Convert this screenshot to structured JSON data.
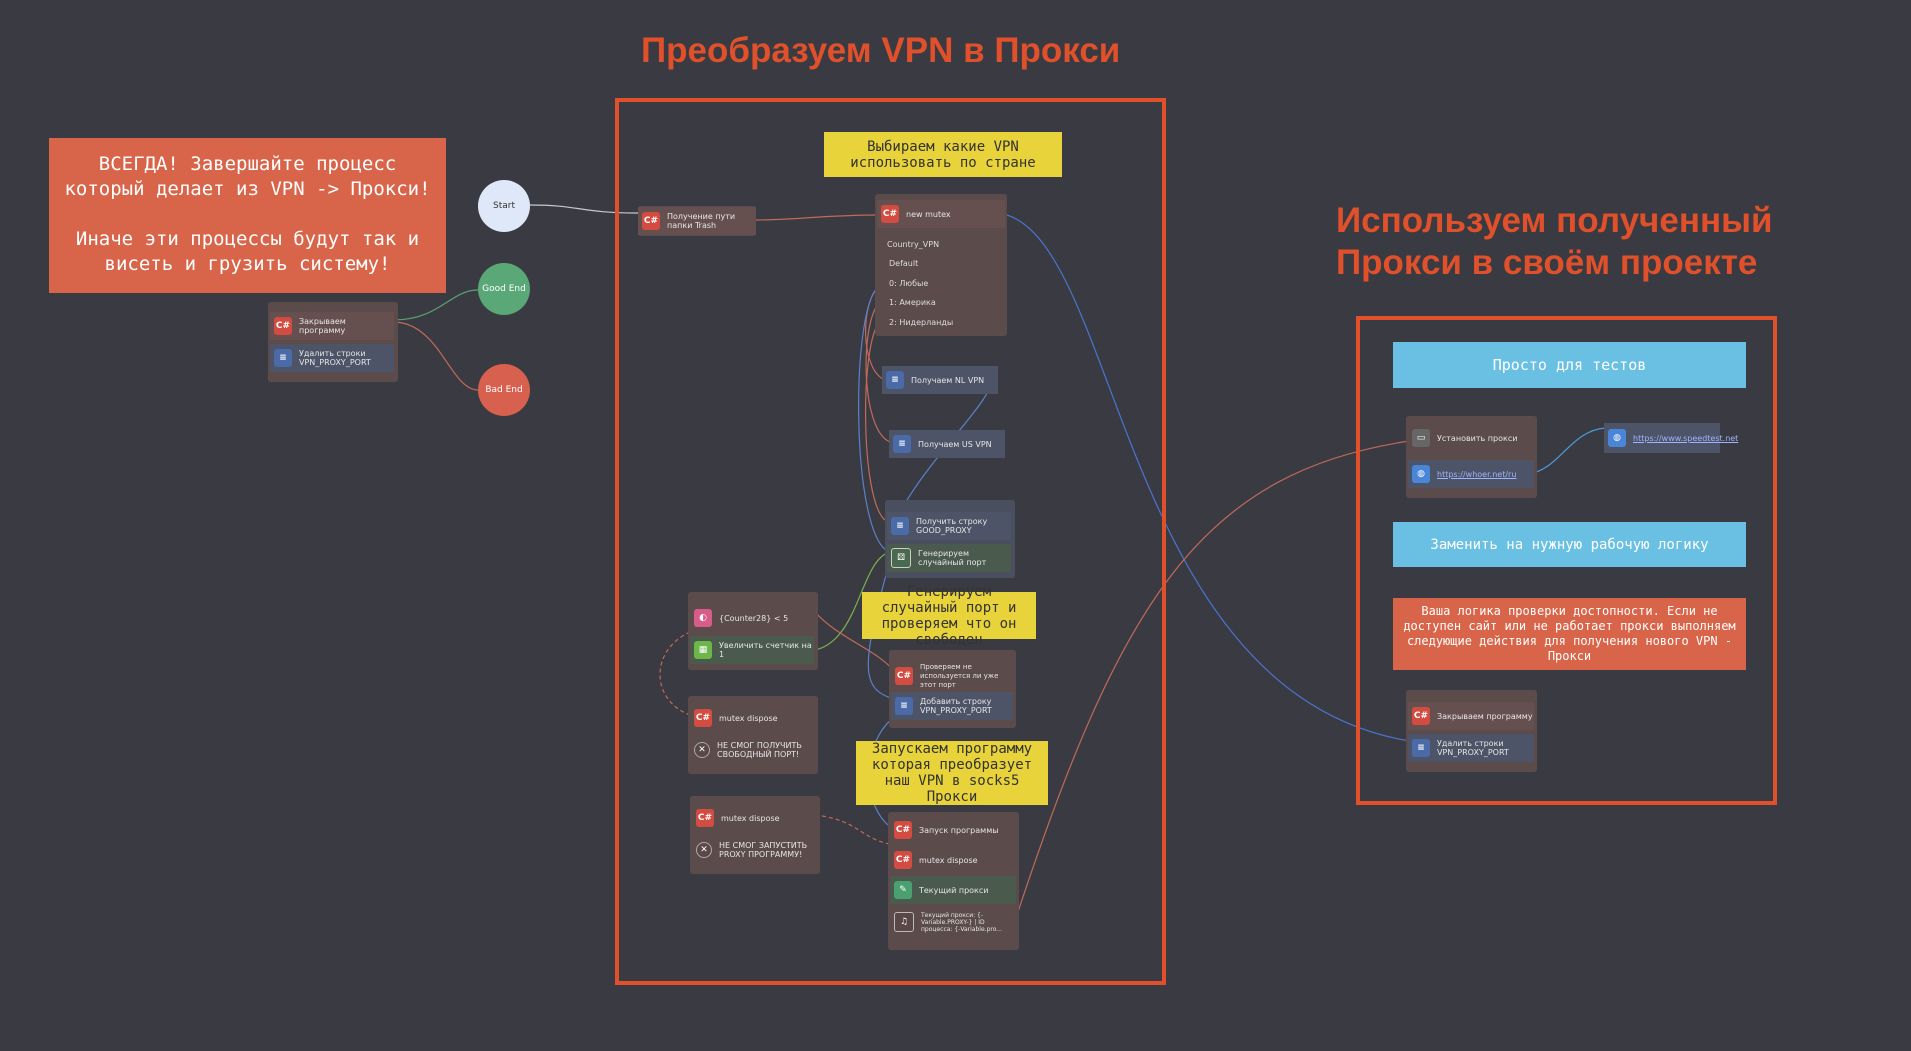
{
  "titles": {
    "main": "Преобразуем VPN в Прокси",
    "right": "Используем полученный Прокси в своём проекте"
  },
  "left_note": "ВСЕГДА! Завершайте процесс который делает из VPN -> Прокси!\n\nИначе эти процессы будут так и висеть и грузить систему!",
  "circles": {
    "start": "Start",
    "good_end": "Good End",
    "bad_end": "Bad End"
  },
  "left_group": {
    "close_program": "Закрываем программу",
    "delete_lines": "Удалить строки VPN_PROXY_PORT"
  },
  "notes": {
    "choose_vpn": "Выбираем какие VPN использовать по стране",
    "gen_port": "Генерируем случайный порт и проверяем что он свободен",
    "run_program": "Запускаем программу которая преобразует наш VPN в socks5 Прокси"
  },
  "trash_node": "Получение пути папки Trash",
  "mutex_switch": {
    "title": "new mutex",
    "var": "Country_VPN",
    "default": "Default",
    "cases": [
      "0: Любые",
      "1: Америка",
      "2: Нидерланды"
    ]
  },
  "get_nl": "Получаем NL VPN",
  "get_us": "Получаем US  VPN",
  "port_group": {
    "get_line": "Получить строку GOOD_PROXY",
    "gen_port": "Генерируем случайный порт"
  },
  "counter_group": {
    "condition": "{Counter28} < 5",
    "increment": "Увеличить счетчик на 1"
  },
  "mutex_fail_1": {
    "dispose": "mutex dispose",
    "msg": "НЕ СМОГ ПОЛУЧИТЬ СВОБОДНЫЙ ПОРТ!"
  },
  "mutex_fail_2": {
    "dispose": "mutex dispose",
    "msg": "НЕ СМОГ ЗАПУСТИТЬ PROXY ПРОГРАММУ!"
  },
  "check_group": {
    "check": "Проверяем не используется ли уже этот порт",
    "add_line": "Добавить строку VPN_PROXY_PORT"
  },
  "run_group": {
    "run": "Запуск программы",
    "dispose": "mutex dispose",
    "current": "Текущий прокси",
    "log": "Текущий прокси: {-Variable.PROXY-} | ID процесса: {-Variable.pro..."
  },
  "right_panel": {
    "tests": "Просто для тестов",
    "set_proxy": "Установить прокси",
    "whoer": "https://whoer.net/ru",
    "speedtest": "https://www.speedtest.net",
    "replace": "Заменить на нужную рабочую логику",
    "logic": "Ваша логика проверки достопности. Если не доступен сайт или не работает прокси выполняем следующие действия для получения нового VPN - Прокси",
    "close_program": "Закрываем программу",
    "delete_lines": "Удалить строки VPN_PROXY_PORT"
  },
  "colors": {
    "accent": "#e0502a",
    "background": "#3a3b42",
    "yellow": "#e8d33a",
    "blue": "#6ac0e3",
    "red_note": "#d8654a"
  }
}
